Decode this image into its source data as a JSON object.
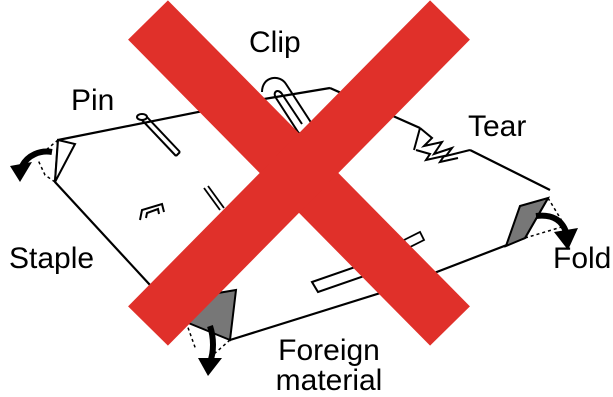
{
  "labels": {
    "clip": "Clip",
    "pin": "Pin",
    "tear": "Tear",
    "staple": "Staple",
    "fold": "Fold",
    "foreign_line1": "Foreign",
    "foreign_line2": "material"
  },
  "colors": {
    "cross": "#e0302a",
    "outline": "#000000",
    "fold_fill": "#777777",
    "background": "#ffffff"
  },
  "icons": [
    "paper-sheet",
    "paperclip-icon",
    "pin-icon",
    "staple-icon",
    "tear-mark",
    "curved-arrow-icon",
    "red-x-cross"
  ]
}
